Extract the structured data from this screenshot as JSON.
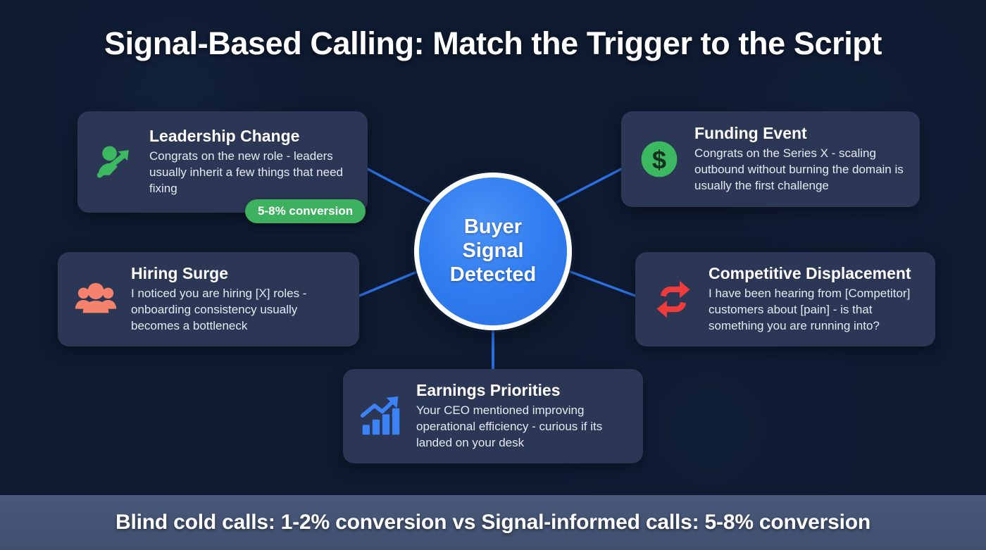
{
  "header": {
    "title": "Signal-Based Calling: Match the Trigger to the Script"
  },
  "hub": {
    "label": "Buyer\nSignal\nDetected",
    "color": "#2f7cf0",
    "ring_color": "#ffffff"
  },
  "cards": [
    {
      "id": "leadership",
      "icon": "person-arrow-up-icon",
      "icon_color": "#3cb860",
      "title": "Leadership Change",
      "text": "Congrats on the new role - leaders usually inherit a few things that need fixing"
    },
    {
      "id": "funding",
      "icon": "dollar-circle-icon",
      "icon_color": "#3cb860",
      "title": "Funding Event",
      "text": "Congrats on the Series X - scaling outbound without burning the domain is usually the first challenge"
    },
    {
      "id": "hiring",
      "icon": "people-group-icon",
      "icon_color": "#f4826c",
      "title": "Hiring Surge",
      "text": "I noticed you are hiring [X] roles - onboarding consistency usually becomes a bottleneck"
    },
    {
      "id": "competitive",
      "icon": "repeat-arrows-icon",
      "icon_color": "#ef3b3b",
      "title": "Competitive Displacement",
      "text": "I have been hearing from [Competitor] customers about [pain] - is that something you are running into?"
    },
    {
      "id": "earnings",
      "icon": "bar-chart-up-icon",
      "icon_color": "#3b82f6",
      "title": "Earnings Priorities",
      "text": "Your CEO mentioned improving operational efficiency - curious if its landed on your desk"
    }
  ],
  "badge": {
    "label": "5-8% conversion",
    "color": "#3db15f"
  },
  "footer": {
    "text": "Blind cold calls: 1-2% conversion vs Signal-informed calls: 5-8% conversion",
    "background": "#49587a"
  },
  "theme": {
    "page_background": "#0e1a30",
    "card_background": "#2b3754",
    "connector_color": "#2b6fe0"
  }
}
